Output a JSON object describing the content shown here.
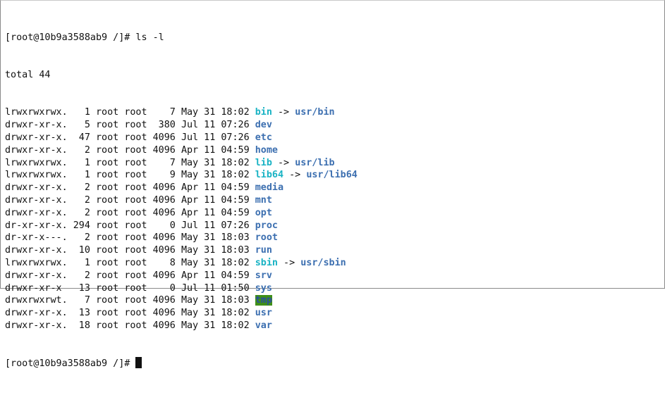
{
  "terminal": {
    "first_prompt": "[root@10b9a3588ab9 /]# ls -l",
    "total": "total 44",
    "entries": [
      {
        "perms": "lrwxrwxrwx.",
        "links": "  1",
        "owner": "root",
        "group": "root",
        "size": "   7",
        "date": "May 31 18:02",
        "name": "bin",
        "kind": "link",
        "target": "usr/bin"
      },
      {
        "perms": "drwxr-xr-x.",
        "links": "  5",
        "owner": "root",
        "group": "root",
        "size": " 380",
        "date": "Jul 11 07:26",
        "name": "dev",
        "kind": "dir",
        "target": ""
      },
      {
        "perms": "drwxr-xr-x.",
        "links": " 47",
        "owner": "root",
        "group": "root",
        "size": "4096",
        "date": "Jul 11 07:26",
        "name": "etc",
        "kind": "dir",
        "target": ""
      },
      {
        "perms": "drwxr-xr-x.",
        "links": "  2",
        "owner": "root",
        "group": "root",
        "size": "4096",
        "date": "Apr 11 04:59",
        "name": "home",
        "kind": "dir",
        "target": ""
      },
      {
        "perms": "lrwxrwxrwx.",
        "links": "  1",
        "owner": "root",
        "group": "root",
        "size": "   7",
        "date": "May 31 18:02",
        "name": "lib",
        "kind": "link",
        "target": "usr/lib"
      },
      {
        "perms": "lrwxrwxrwx.",
        "links": "  1",
        "owner": "root",
        "group": "root",
        "size": "   9",
        "date": "May 31 18:02",
        "name": "lib64",
        "kind": "link",
        "target": "usr/lib64"
      },
      {
        "perms": "drwxr-xr-x.",
        "links": "  2",
        "owner": "root",
        "group": "root",
        "size": "4096",
        "date": "Apr 11 04:59",
        "name": "media",
        "kind": "dir",
        "target": ""
      },
      {
        "perms": "drwxr-xr-x.",
        "links": "  2",
        "owner": "root",
        "group": "root",
        "size": "4096",
        "date": "Apr 11 04:59",
        "name": "mnt",
        "kind": "dir",
        "target": ""
      },
      {
        "perms": "drwxr-xr-x.",
        "links": "  2",
        "owner": "root",
        "group": "root",
        "size": "4096",
        "date": "Apr 11 04:59",
        "name": "opt",
        "kind": "dir",
        "target": ""
      },
      {
        "perms": "dr-xr-xr-x.",
        "links": "294",
        "owner": "root",
        "group": "root",
        "size": "   0",
        "date": "Jul 11 07:26",
        "name": "proc",
        "kind": "dir",
        "target": ""
      },
      {
        "perms": "dr-xr-x---.",
        "links": "  2",
        "owner": "root",
        "group": "root",
        "size": "4096",
        "date": "May 31 18:03",
        "name": "root",
        "kind": "dir",
        "target": ""
      },
      {
        "perms": "drwxr-xr-x.",
        "links": " 10",
        "owner": "root",
        "group": "root",
        "size": "4096",
        "date": "May 31 18:03",
        "name": "run",
        "kind": "dir",
        "target": ""
      },
      {
        "perms": "lrwxrwxrwx.",
        "links": "  1",
        "owner": "root",
        "group": "root",
        "size": "   8",
        "date": "May 31 18:02",
        "name": "sbin",
        "kind": "link",
        "target": "usr/sbin"
      },
      {
        "perms": "drwxr-xr-x.",
        "links": "  2",
        "owner": "root",
        "group": "root",
        "size": "4096",
        "date": "Apr 11 04:59",
        "name": "srv",
        "kind": "dir",
        "target": ""
      },
      {
        "perms": "drwxr-xr-x ",
        "links": " 13",
        "owner": "root",
        "group": "root",
        "size": "   0",
        "date": "Jul 11 01:50",
        "name": "sys",
        "kind": "dir",
        "target": ""
      },
      {
        "perms": "drwxrwxrwt.",
        "links": "  7",
        "owner": "root",
        "group": "root",
        "size": "4096",
        "date": "May 31 18:03",
        "name": "tmp",
        "kind": "sticky",
        "target": ""
      },
      {
        "perms": "drwxr-xr-x.",
        "links": " 13",
        "owner": "root",
        "group": "root",
        "size": "4096",
        "date": "May 31 18:02",
        "name": "usr",
        "kind": "dir",
        "target": ""
      },
      {
        "perms": "drwxr-xr-x.",
        "links": " 18",
        "owner": "root",
        "group": "root",
        "size": "4096",
        "date": "May 31 18:02",
        "name": "var",
        "kind": "dir",
        "target": ""
      }
    ],
    "arrow": " -> ",
    "last_prompt": "[root@10b9a3588ab9 /]# "
  },
  "colors": {
    "link": "#19b3c4",
    "directory": "#3c6fb0",
    "sticky_background": "#3f8f18"
  }
}
